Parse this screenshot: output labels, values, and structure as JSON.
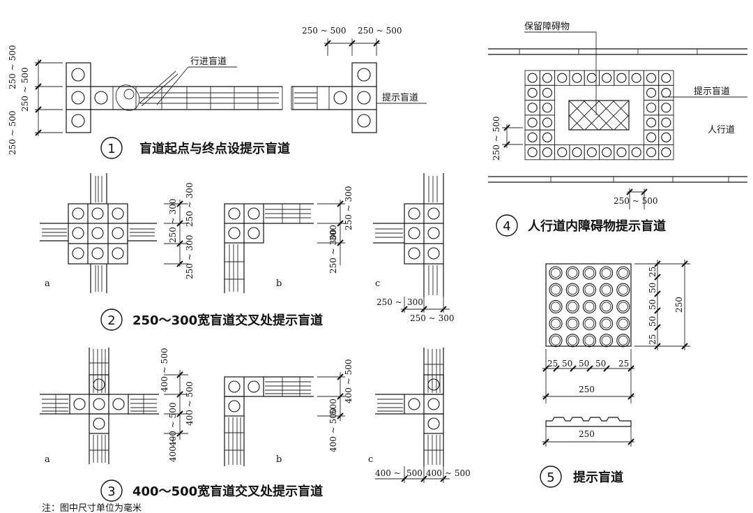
{
  "fig1": {
    "number": "1",
    "caption": "盲道起点与终点设提示盲道",
    "walk_label": "行进盲道",
    "warn_label": "提示盲道",
    "dim_top": [
      "250 ~ 500",
      "250 ~ 500"
    ],
    "dim_left": [
      "250 ~ 500",
      "250 ~ 500",
      "250 ~ 500"
    ]
  },
  "fig2": {
    "number": "2",
    "caption": "250～300宽盲道交叉处提示盲道",
    "sub": [
      "a",
      "b",
      "c"
    ],
    "dim_a": [
      "250 ~ 300",
      "250 ~ 300",
      "250 ~ 300"
    ],
    "dim_b": [
      "250 ~ 300",
      "300",
      "250 ~ 300"
    ],
    "dim_c": [
      "250 ~",
      "300",
      "250 ~ 300"
    ]
  },
  "fig3": {
    "number": "3",
    "caption": "400～500宽盲道交叉处提示盲道",
    "sub": [
      "a",
      "b",
      "c"
    ],
    "dim_a": [
      "400 ~ 500",
      "400 ~ 500",
      "400 ~ 500",
      "400 ~"
    ],
    "dim_b": [
      "400 ~ 500",
      "500",
      "400 ~ 500"
    ],
    "dim_c": [
      "400 ~",
      "500",
      "400",
      "~ 500"
    ]
  },
  "fig4": {
    "number": "4",
    "caption": "人行道内障碍物提示盲道",
    "obstacle_label": "保留障碍物",
    "warn_label": "提示盲道",
    "sidewalk_label": "人行道",
    "dim_left": "250 ~ 500",
    "dim_bottom": "250 ~ 500"
  },
  "fig5": {
    "number": "5",
    "caption": "提示盲道",
    "dim_right_chain": [
      "25",
      "50",
      "50",
      "50",
      "25"
    ],
    "dim_right_total": "250",
    "dim_bottom_chain": [
      "25",
      "50",
      "50",
      "50",
      "25"
    ],
    "dim_bottom_total": "250",
    "dim_section": "250"
  },
  "footer_note": "注：图中尺寸单位为毫米"
}
